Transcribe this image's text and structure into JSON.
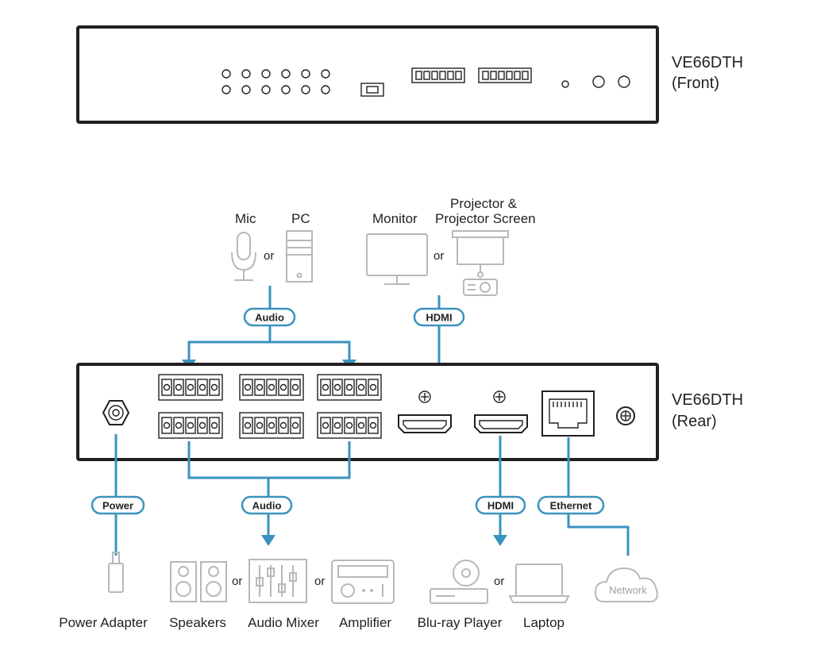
{
  "front": {
    "model": "VE66DTH",
    "side": "(Front)"
  },
  "rear": {
    "model": "VE66DTH",
    "side": "(Rear)"
  },
  "top_sources": {
    "mic": "Mic",
    "pc": "PC",
    "or": "or"
  },
  "top_displays": {
    "monitor": "Monitor",
    "projector_line1": "Projector &",
    "projector_line2": "Projector Screen",
    "or": "or"
  },
  "pills": {
    "audio_top": "Audio",
    "hdmi_top": "HDMI",
    "power": "Power",
    "audio_bottom": "Audio",
    "hdmi_bottom": "HDMI",
    "ethernet": "Ethernet"
  },
  "bottom_devices": {
    "power_adapter": "Power Adapter",
    "speakers": "Speakers",
    "audio_mixer": "Audio Mixer",
    "amplifier": "Amplifier",
    "bluray": "Blu-ray Player",
    "laptop": "Laptop",
    "network": "Network",
    "or": "or"
  },
  "colors": {
    "wire": "#3a93bf",
    "outline": "#231f20",
    "icon_gray": "#b8b8b8"
  }
}
